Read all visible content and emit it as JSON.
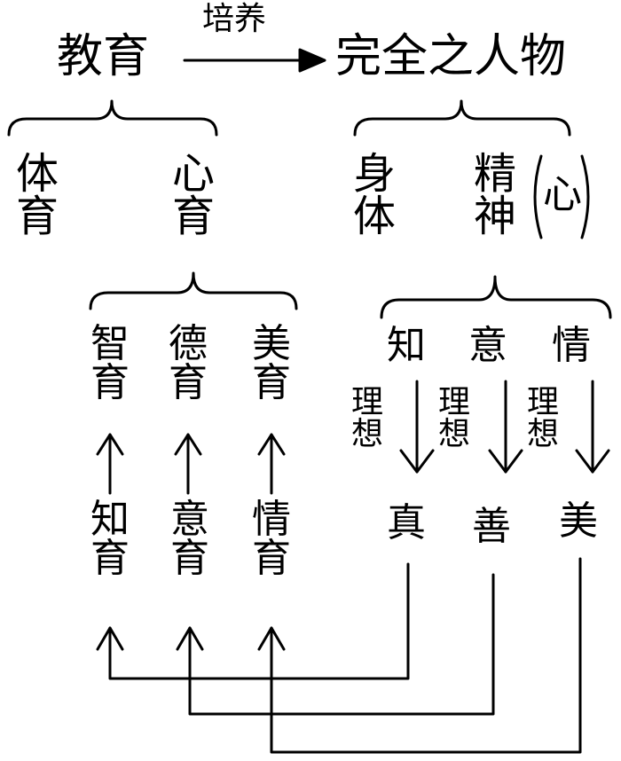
{
  "top": {
    "left": "教育",
    "arrow_label": "培养",
    "right": "完全之人物"
  },
  "education_branch": {
    "tiyu": [
      "体",
      "育"
    ],
    "xinyu": [
      "心",
      "育"
    ],
    "sub": {
      "zhiyu": [
        "智",
        "育"
      ],
      "deyu": [
        "德",
        "育"
      ],
      "meiyu": [
        "美",
        "育"
      ]
    },
    "lower": {
      "zhiyu": [
        "知",
        "育"
      ],
      "yiyu": [
        "意",
        "育"
      ],
      "qingyu": [
        "情",
        "育"
      ]
    }
  },
  "person_branch": {
    "shenti": [
      "身",
      "体"
    ],
    "jingshen": [
      "精",
      "神"
    ],
    "xin_paren": "心",
    "faculties": [
      "知",
      "意",
      "情"
    ],
    "ideal_label": [
      "理",
      "想"
    ],
    "values": [
      "真",
      "善",
      "美"
    ]
  },
  "colors": {
    "ink": "#000000",
    "background": "#ffffff"
  }
}
